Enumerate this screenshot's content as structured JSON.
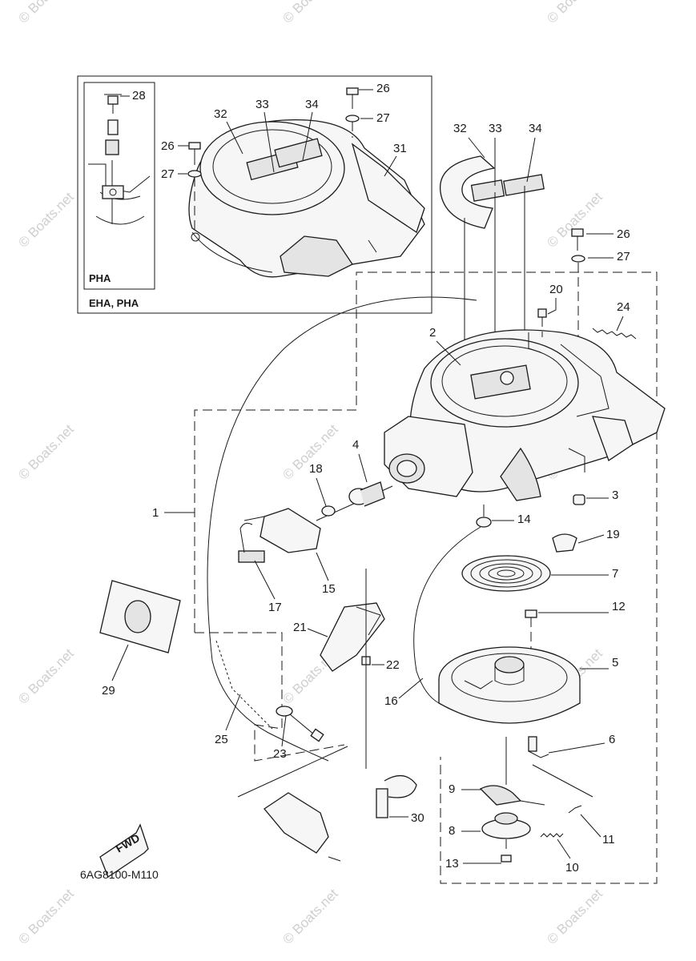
{
  "watermark": "© Boats.net",
  "inset": {
    "label_inner": "PHA",
    "label_outer": "EHA, PHA"
  },
  "diagram_code": "6AG8100-M110",
  "fwd_label": "FWD",
  "callouts": {
    "c1": "1",
    "c2": "2",
    "c3": "3",
    "c4": "4",
    "c5": "5",
    "c6": "6",
    "c7": "7",
    "c8": "8",
    "c9": "9",
    "c10": "10",
    "c11": "11",
    "c12": "12",
    "c13": "13",
    "c14": "14",
    "c15": "15",
    "c16": "16",
    "c17": "17",
    "c18": "18",
    "c19": "19",
    "c20": "20",
    "c21": "21",
    "c22": "22",
    "c23": "23",
    "c24": "24",
    "c25": "25",
    "c26a": "26",
    "c26b": "26",
    "c26c": "26",
    "c27a": "27",
    "c27b": "27",
    "c27c": "27",
    "c28": "28",
    "c29": "29",
    "c30": "30",
    "c31": "31",
    "c32a": "32",
    "c32b": "32",
    "c33a": "33",
    "c33b": "33",
    "c34a": "34",
    "c34b": "34"
  }
}
